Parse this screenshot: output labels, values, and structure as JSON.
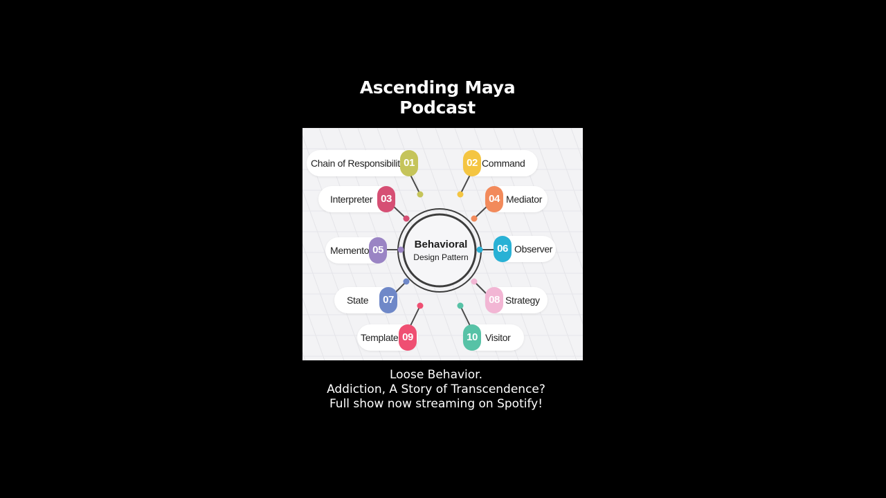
{
  "title": {
    "line1": "Ascending Maya",
    "line2": "Podcast"
  },
  "diagram": {
    "center_title": "Behavioral",
    "center_subtitle": "Design Pattern",
    "items": [
      {
        "num": "01",
        "label": "Chain of Responsibility",
        "color": "#c5c45a"
      },
      {
        "num": "02",
        "label": "Command",
        "color": "#f4c542"
      },
      {
        "num": "03",
        "label": "Interpreter",
        "color": "#d64f74"
      },
      {
        "num": "04",
        "label": "Mediator",
        "color": "#f28a5b"
      },
      {
        "num": "05",
        "label": "Memento",
        "color": "#9a84c4"
      },
      {
        "num": "06",
        "label": "Observer",
        "color": "#29b1d5"
      },
      {
        "num": "07",
        "label": "State",
        "color": "#6f88c8"
      },
      {
        "num": "08",
        "label": "Strategy",
        "color": "#f2b6d4"
      },
      {
        "num": "09",
        "label": "Template",
        "color": "#ef4f72"
      },
      {
        "num": "10",
        "label": "Visitor",
        "color": "#57c2a6"
      }
    ]
  },
  "caption": {
    "line1": "Loose Behavior.",
    "line2": "Addiction, A Story of Transcendence?",
    "line3": "Full show now streaming on Spotify!"
  }
}
